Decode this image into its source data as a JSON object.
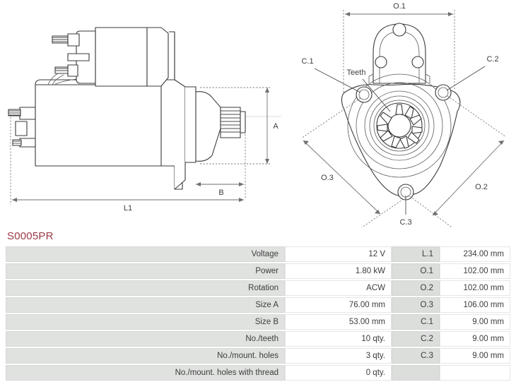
{
  "part": {
    "number": "S0005PR",
    "title_color": "#9c3a46"
  },
  "drawings": {
    "side_view": {
      "labels": {
        "length_overall": "L1",
        "diameter_a": "A",
        "length_b": "B"
      }
    },
    "end_view": {
      "labels": {
        "o1": "O.1",
        "o2": "O.2",
        "o3": "O.3",
        "c1": "C.1",
        "c2": "C.2",
        "c3": "C.3",
        "teeth": "Teeth"
      }
    }
  },
  "spec_table": {
    "rows": [
      {
        "label": "Voltage",
        "value": "12 V",
        "code": "L.1",
        "dim": "234.00 mm"
      },
      {
        "label": "Power",
        "value": "1.80 kW",
        "code": "O.1",
        "dim": "102.00 mm"
      },
      {
        "label": "Rotation",
        "value": "ACW",
        "code": "O.2",
        "dim": "102.00 mm"
      },
      {
        "label": "Size A",
        "value": "76.00 mm",
        "code": "O.3",
        "dim": "106.00 mm"
      },
      {
        "label": "Size B",
        "value": "53.00 mm",
        "code": "C.1",
        "dim": "9.00 mm"
      },
      {
        "label": "No./teeth",
        "value": "10 qty.",
        "code": "C.2",
        "dim": "9.00 mm"
      },
      {
        "label": "No./mount. holes",
        "value": "3 qty.",
        "code": "C.3",
        "dim": "9.00 mm"
      },
      {
        "label": "No./mount. holes with thread",
        "value": "0 qty.",
        "code": "",
        "dim": ""
      }
    ]
  }
}
